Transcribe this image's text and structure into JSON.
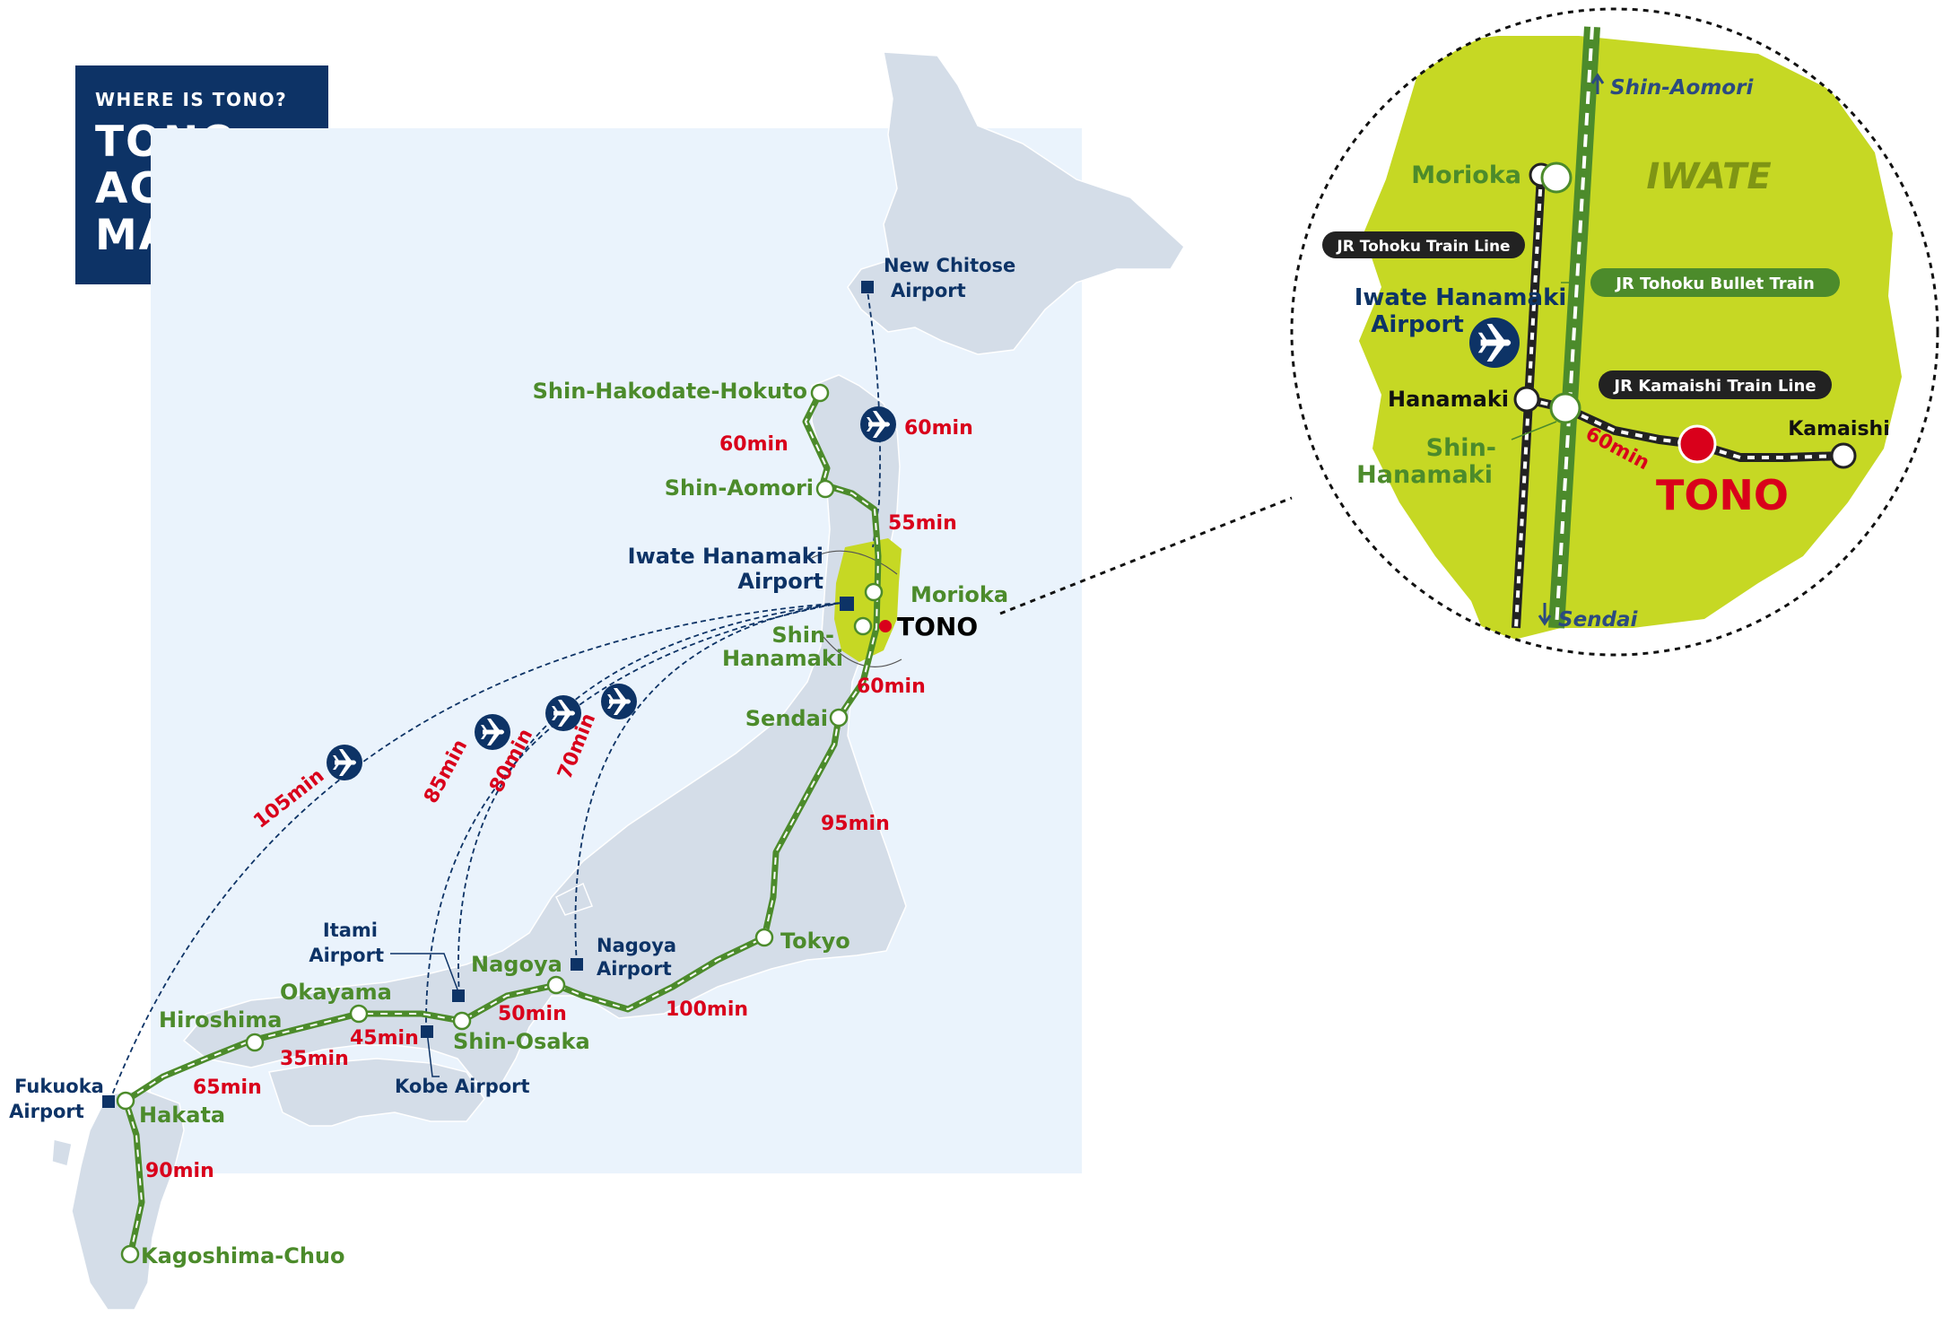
{
  "header": {
    "subtitle": "WHERE IS TONO?",
    "title_lines": [
      "TONO",
      "ACCESS",
      "MAP"
    ]
  },
  "airports": {
    "new_chitose": [
      "New Chitose",
      "Airport"
    ],
    "iwate_hanamaki": [
      "Iwate Hanamaki",
      "Airport"
    ],
    "itami": [
      "Itami",
      "Airport"
    ],
    "nagoya": [
      "Nagoya",
      "Airport"
    ],
    "kobe": "Kobe Airport",
    "fukuoka": [
      "Fukuoka",
      "Airport"
    ]
  },
  "stations": {
    "shin_hakodate": "Shin-Hakodate-Hokuto",
    "shin_aomori": "Shin-Aomori",
    "morioka": "Morioka",
    "shin_hanamaki": [
      "Shin-",
      "Hanamaki"
    ],
    "sendai": "Sendai",
    "tokyo": "Tokyo",
    "nagoya": "Nagoya",
    "shin_osaka": "Shin-Osaka",
    "okayama": "Okayama",
    "hiroshima": "Hiroshima",
    "hakata": "Hakata",
    "kagoshima": "Kagoshima-Chuo",
    "tono": "TONO"
  },
  "times": {
    "hakodate_aomori": "60min",
    "chitose_flight": "60min",
    "aomori_morioka": "55min",
    "hanamaki_sendai": "60min",
    "sendai_tokyo": "95min",
    "tokyo_nagoya": "100min",
    "nagoya_osaka": "50min",
    "osaka_okayama": "45min",
    "okayama_hiroshima": "35min",
    "hiroshima_hakata": "65min",
    "hakata_kagoshima": "90min",
    "fukuoka_flight": "105min",
    "itami_flight": "85min",
    "kobe_flight": "80min",
    "nagoya_flight": "70min"
  },
  "inset": {
    "region": "IWATE",
    "north_dir": "Shin-Aomori",
    "south_dir": "Sendai",
    "morioka": "Morioka",
    "airport": [
      "Iwate Hanamaki",
      "Airport"
    ],
    "hanamaki": "Hanamaki",
    "shin_hanamaki": [
      "Shin-",
      "Hanamaki"
    ],
    "kamaishi": "Kamaishi",
    "tono": "TONO",
    "time": "60min",
    "tohoku_line": "JR Tohoku Train Line",
    "bullet_train": "JR Tohoku Bullet Train",
    "kamaishi_line": "JR Kamaishi Train Line"
  },
  "colors": {
    "navy": "#0d3366",
    "land": "#d4dde8",
    "sea_panel": "#eaf3fc",
    "rail_green": "#4c8b2b",
    "iwate_green": "#c6d824",
    "time_red": "#d9001b"
  }
}
